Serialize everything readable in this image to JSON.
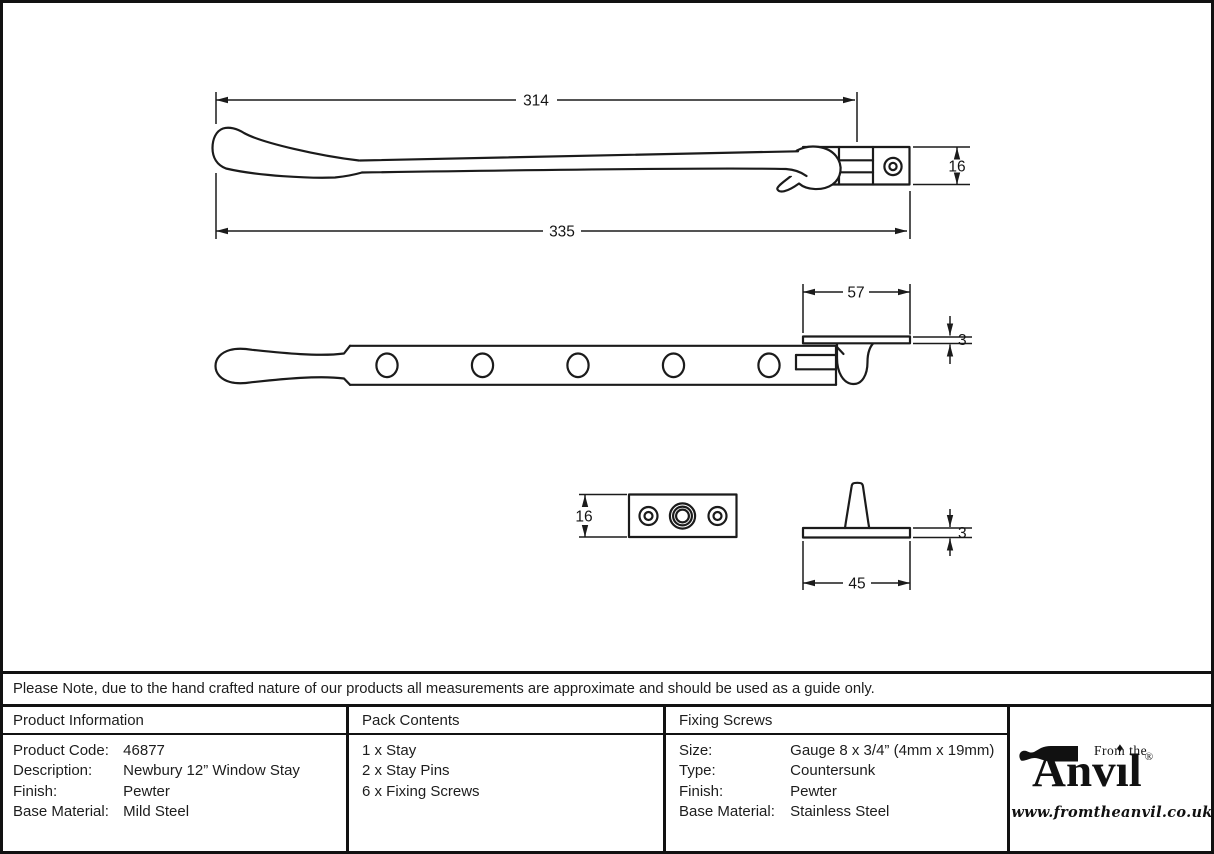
{
  "note": {
    "text": "Please Note, due to the hand crafted nature of our products all measurements are approximate and should be used as a guide only."
  },
  "drawing": {
    "dims": {
      "inner_length": "314",
      "overall_length": "335",
      "bracket_height": "16",
      "bracket_plate_length": "57",
      "bracket_plate_thickness": "3",
      "keep_plate_height": "16",
      "pin_plate_length": "45",
      "pin_plate_thickness": "3"
    }
  },
  "table": {
    "product_information": {
      "header": "Product Information",
      "rows": [
        {
          "label": "Product Code:",
          "value": "46877"
        },
        {
          "label": "Description:",
          "value": "Newbury 12” Window Stay"
        },
        {
          "label": "Finish:",
          "value": "Pewter"
        },
        {
          "label": "Base Material:",
          "value": "Mild Steel"
        }
      ]
    },
    "pack_contents": {
      "header": "Pack Contents",
      "items": [
        "1 x Stay",
        "2 x Stay Pins",
        "6 x Fixing Screws"
      ]
    },
    "fixing_screws": {
      "header": "Fixing Screws",
      "rows": [
        {
          "label": "Size:",
          "value": "Gauge 8 x 3/4” (4mm x 19mm)"
        },
        {
          "label": "Type:",
          "value": "Countersunk"
        },
        {
          "label": "Finish:",
          "value": "Pewter"
        },
        {
          "label": "Base Material:",
          "value": "Stainless Steel"
        }
      ]
    }
  },
  "logo": {
    "tagline": "From the",
    "brand_initial": "A",
    "brand_nv": "nv",
    "brand_i": "ı",
    "brand_l": "l",
    "diamond": "♦",
    "registered": "®",
    "url": "www.fromtheanvil.co.uk"
  },
  "colors": {
    "line": "#1b1b1b",
    "border": "#111111",
    "background": "#ffffff",
    "text": "#1d1d1d"
  }
}
